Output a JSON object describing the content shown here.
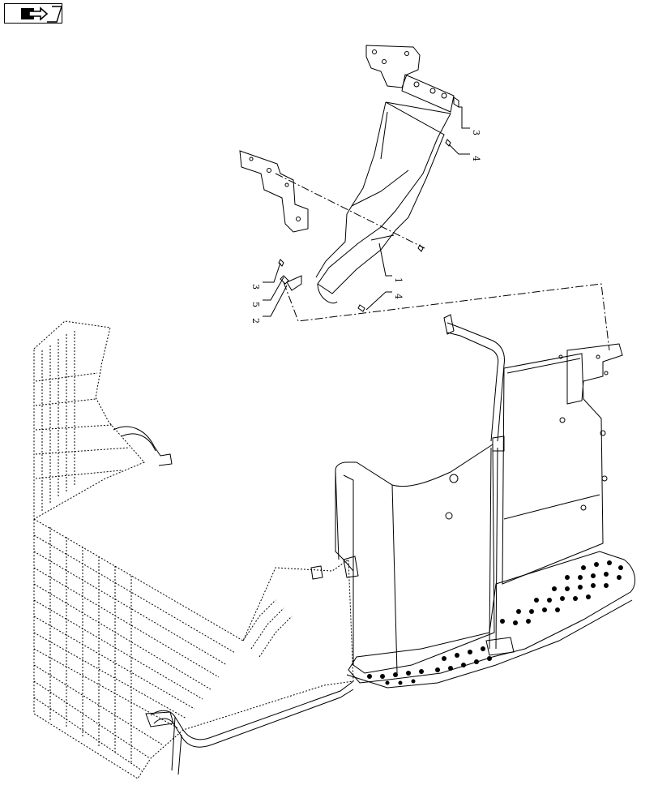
{
  "navigation": {
    "icon": "book-arrow-icon"
  },
  "callouts": {
    "upper_right": [
      {
        "label": "3"
      },
      {
        "label": "4"
      }
    ],
    "middle_right": [
      {
        "label": "1"
      },
      {
        "label": "4"
      }
    ],
    "middle_left": [
      {
        "label": "3"
      },
      {
        "label": "5"
      },
      {
        "label": "2"
      }
    ]
  },
  "colors": {
    "line": "#000000",
    "background": "#ffffff"
  }
}
